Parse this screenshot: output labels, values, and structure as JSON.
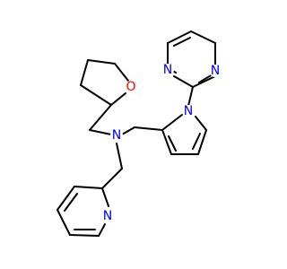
{
  "colors": {
    "background": "#ffffff",
    "bond": "#000000",
    "nitrogen": "#0000ff",
    "oxygen": "#ff0000"
  },
  "atoms": {
    "oxygen_thf": {
      "symbol": "O",
      "element": "oxygen"
    },
    "nitrogen_amine": {
      "symbol": "N",
      "element": "nitrogen"
    },
    "nitrogen_pyrrole": {
      "symbol": "N",
      "element": "nitrogen"
    },
    "nitrogen_pyrimidine_left": {
      "symbol": "N",
      "element": "nitrogen"
    },
    "nitrogen_pyrimidine_right": {
      "symbol": "N",
      "element": "nitrogen"
    },
    "nitrogen_pyridine": {
      "symbol": "N",
      "element": "nitrogen"
    }
  }
}
